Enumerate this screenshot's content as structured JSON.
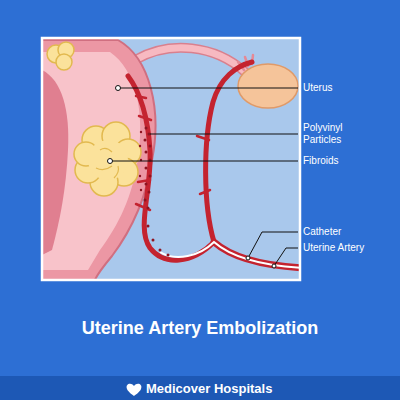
{
  "diagram": {
    "title": "Uterine Artery Embolization",
    "labels": [
      "Uterus",
      "Polyvinyl Particles",
      "Fibroids",
      "Catheter",
      "Uterine Artery",
      "Medicover Hospitals"
    ]
  }
}
